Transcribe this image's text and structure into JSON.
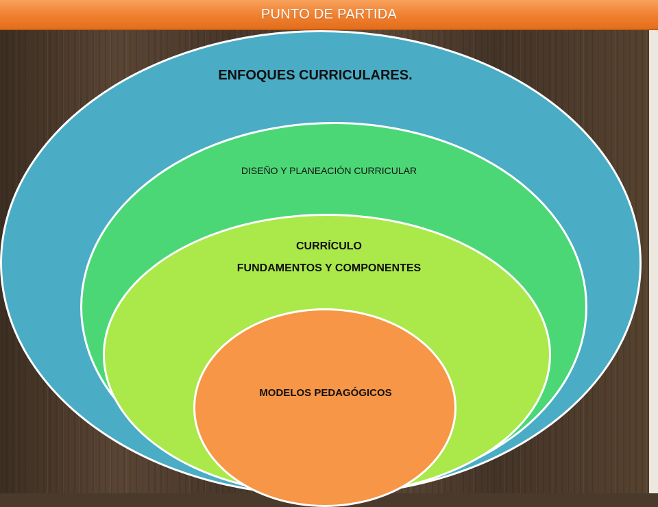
{
  "header": {
    "title": "PUNTO DE PARTIDA"
  },
  "diagram": {
    "levels": [
      {
        "label": "ENFOQUES CURRICULARES.",
        "color": "#4aacc5"
      },
      {
        "label": "DISEÑO Y PLANEACIÓN CURRICULAR",
        "color": "#4cd777"
      },
      {
        "label": "CURRÍCULO",
        "sublabel": "FUNDAMENTOS  Y COMPONENTES",
        "color": "#abe84a"
      },
      {
        "label": "MODELOS PEDAGÓGICOS",
        "color": "#f79646"
      }
    ]
  },
  "colors": {
    "title_bar": "#f07f2e",
    "background": "#4a3a2c"
  }
}
